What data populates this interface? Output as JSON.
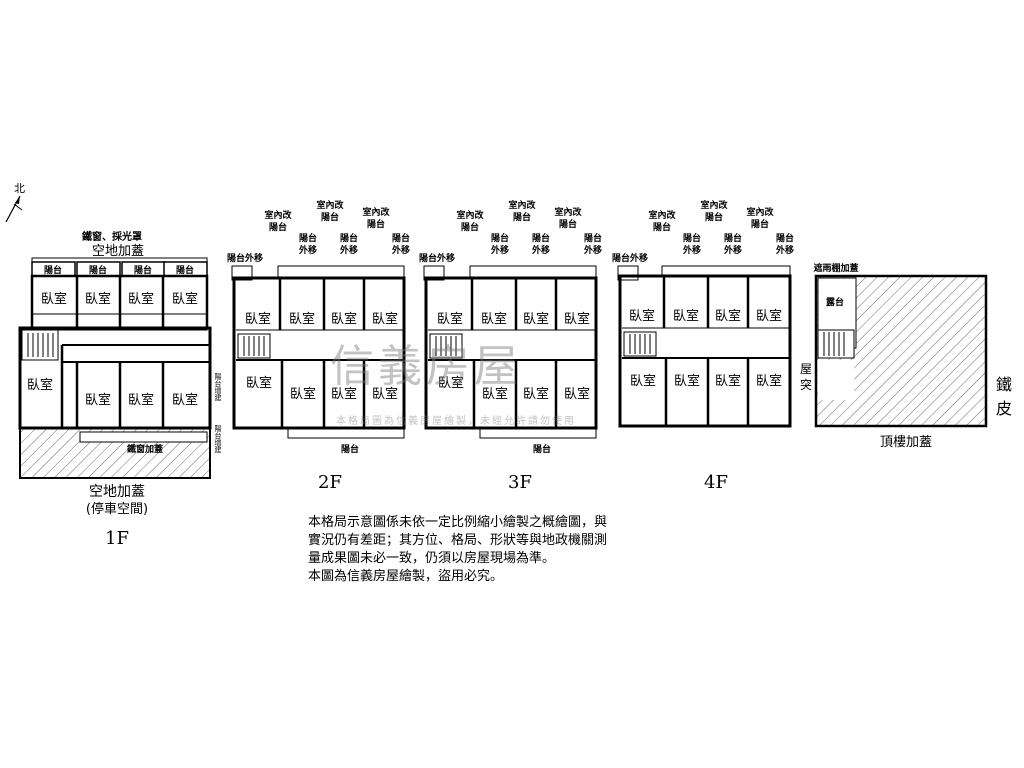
{
  "compass": "北",
  "f1": {
    "top_note": "鐵窗、採光罩",
    "top_title": "空地加蓋",
    "balcony": "陽台",
    "room": "臥室",
    "bottom_label": "鐵窗加蓋",
    "bottom_title": "空地加蓋",
    "bottom_sub": "(停車空間)",
    "floor": "1F",
    "side1": "陽台增建",
    "side2": "陽台增建"
  },
  "f2": {
    "floor": "2F",
    "room": "臥室",
    "balcony": "陽台",
    "ext": "陽台外移",
    "indoor": "室內改",
    "indoor2": "陽台",
    "out1": "陽台",
    "out2": "外移"
  },
  "f3": {
    "floor": "3F",
    "room": "臥室",
    "balcony": "陽台",
    "ext": "陽台外移",
    "indoor": "室內改",
    "indoor2": "陽台",
    "out1": "陽台",
    "out2": "外移"
  },
  "f4": {
    "floor": "4F",
    "room": "臥室",
    "ext": "陽台外移",
    "indoor": "室內改",
    "indoor2": "陽台",
    "out1": "陽台",
    "out2": "外移"
  },
  "roof": {
    "rain": "遮雨棚加蓋",
    "terrace": "露台",
    "stair1": "屋",
    "stair2": "突",
    "iron1": "鐵",
    "iron2": "皮",
    "title": "頂樓加蓋"
  },
  "watermark": "信義房屋",
  "watermark_sub": "本格局圖為信義房屋繪製，未經允許請勿使用",
  "note_lines": [
    "本格局示意圖係未依一定比例縮小繪製之概繪圖，與",
    "實況仍有差距；其方位、格局、形狀等與地政機關測",
    "量成果圖未必一致，仍須以房屋現場為準。",
    "本圖為信義房屋繪製，盜用必究。"
  ]
}
